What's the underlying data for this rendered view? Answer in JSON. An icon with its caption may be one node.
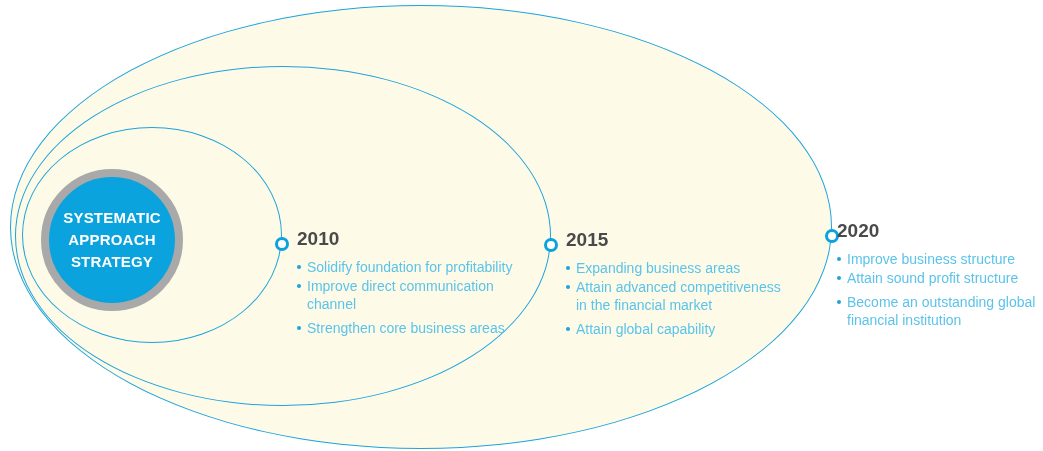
{
  "diagram": {
    "nodes": [
      {
        "text": [
          "2020",
          "Improve business structure",
          "Attain sound profit structure",
          "Become an outstanding global financial institution"
        ]
      },
      {
        "text": [
          "2015",
          "Expanding business areas",
          "Attain advanced competitiveness in the financial market",
          "Attain global capability"
        ],
        "in": 0
      },
      {
        "text": [
          "2010",
          "Solidify foundation for profitability",
          "Improve direct communication channel",
          "Strengthen core business areas"
        ],
        "in": 1
      },
      {
        "text": [
          "SYSTEMATIC APPROACH STRATEGY"
        ],
        "in": 2
      }
    ]
  }
}
